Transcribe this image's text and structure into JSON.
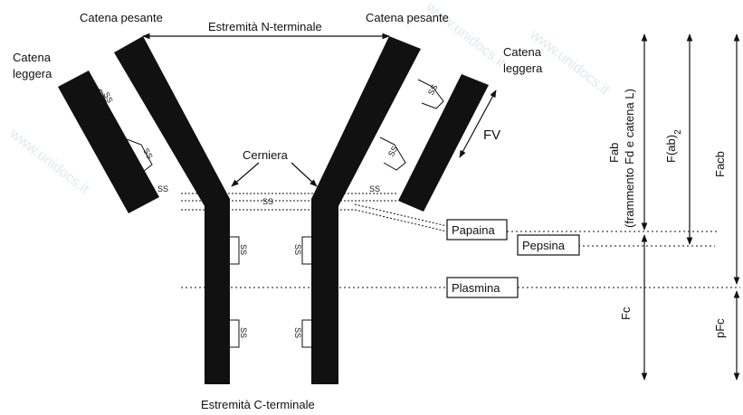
{
  "labels": {
    "heavy_chain_left": "Catena pesante",
    "heavy_chain_right": "Catena pesante",
    "n_terminal": "Estremità N-terminale",
    "c_terminal": "Estremità C-terminale",
    "light_chain_left_1": "Catena",
    "light_chain_left_2": "leggera",
    "light_chain_right_1": "Catena",
    "light_chain_right_2": "leggera",
    "hinge": "Cerniera",
    "fv": "FV",
    "disulfide": "SS"
  },
  "enzymes": {
    "papain": "Papaina",
    "pepsin": "Pepsina",
    "plasmin": "Plasmina"
  },
  "fragments": {
    "fab_1": "Fab",
    "fab_2": "(frammento Fd e catena L)",
    "fab2_main": "F(ab",
    "fab2_sub": "2",
    "fab2_close": ")",
    "facb": "Facb",
    "fc": "Fc",
    "pfc": "pFc"
  },
  "watermark": "www.unidocs.it"
}
